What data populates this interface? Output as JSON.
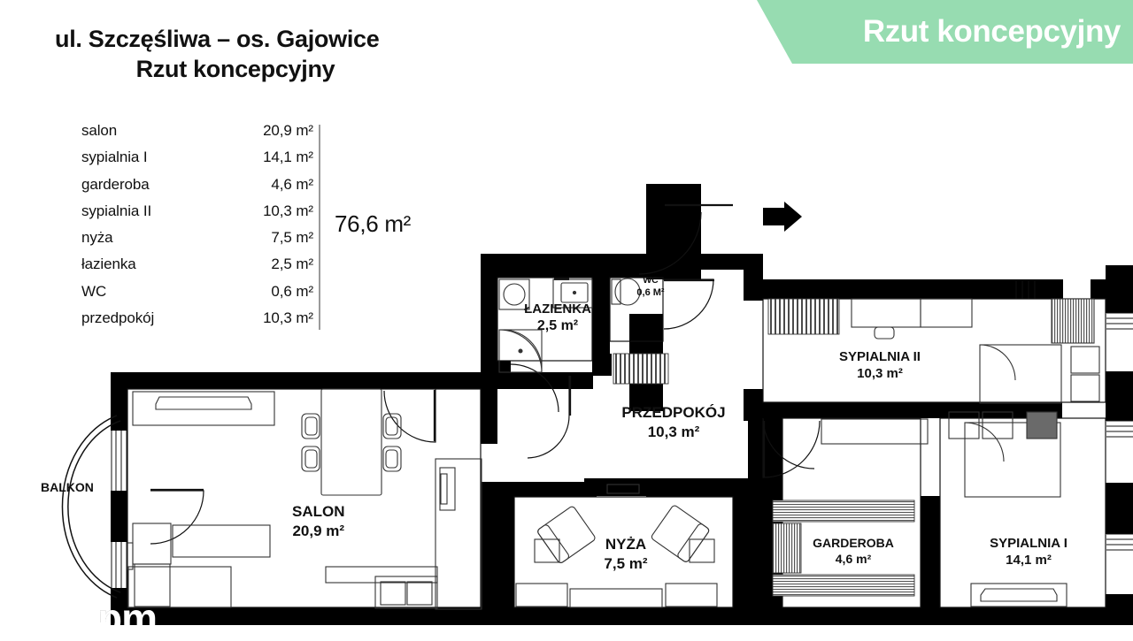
{
  "banner": {
    "label": "Rzut koncepcyjny",
    "bg_color": "#97DCB1",
    "text_color": "#FFFFFF"
  },
  "header": {
    "address": "ul. Szczęśliwa – os. Gajowice",
    "subtitle": "Rzut koncepcyjny"
  },
  "legend": {
    "rows": [
      {
        "name": "salon",
        "area": "20,9 m²"
      },
      {
        "name": "sypialnia I",
        "area": "14,1 m²"
      },
      {
        "name": "garderoba",
        "area": "4,6 m²"
      },
      {
        "name": "sypialnia II",
        "area": "10,3 m²"
      },
      {
        "name": "nyża",
        "area": "7,5 m²"
      },
      {
        "name": "łazienka",
        "area": "2,5 m²"
      },
      {
        "name": "WC",
        "area": "0,6 m²"
      },
      {
        "name": "przedpokój",
        "area": "10,3 m²"
      }
    ],
    "total": "76,6 m²"
  },
  "plan": {
    "rooms": [
      {
        "id": "salon",
        "name": "SALON",
        "area": "20,9 m²"
      },
      {
        "id": "nyza",
        "name": "NYŻA",
        "area": "7,5 m²"
      },
      {
        "id": "lazienka",
        "name": "ŁAZIENKA",
        "area": "2,5 m²"
      },
      {
        "id": "wc",
        "name": "WC",
        "area": "0,6 M²"
      },
      {
        "id": "przedpokoj",
        "name": "PRZEDPOKÓJ",
        "area": "10,3 m²"
      },
      {
        "id": "sypialnia2",
        "name": "SYPIALNIA II",
        "area": "10,3 m²"
      },
      {
        "id": "sypialnia1",
        "name": "SYPIALNIA I",
        "area": "14,1 m²"
      },
      {
        "id": "garderoba",
        "name": "GARDEROBA",
        "area": "4,6 m²"
      }
    ],
    "balkon_label": "BALKON",
    "wall_color": "#000000",
    "furniture_color": "#333333",
    "entry_arrow": "entrance-arrow"
  },
  "watermark": {
    "text": "pm"
  }
}
